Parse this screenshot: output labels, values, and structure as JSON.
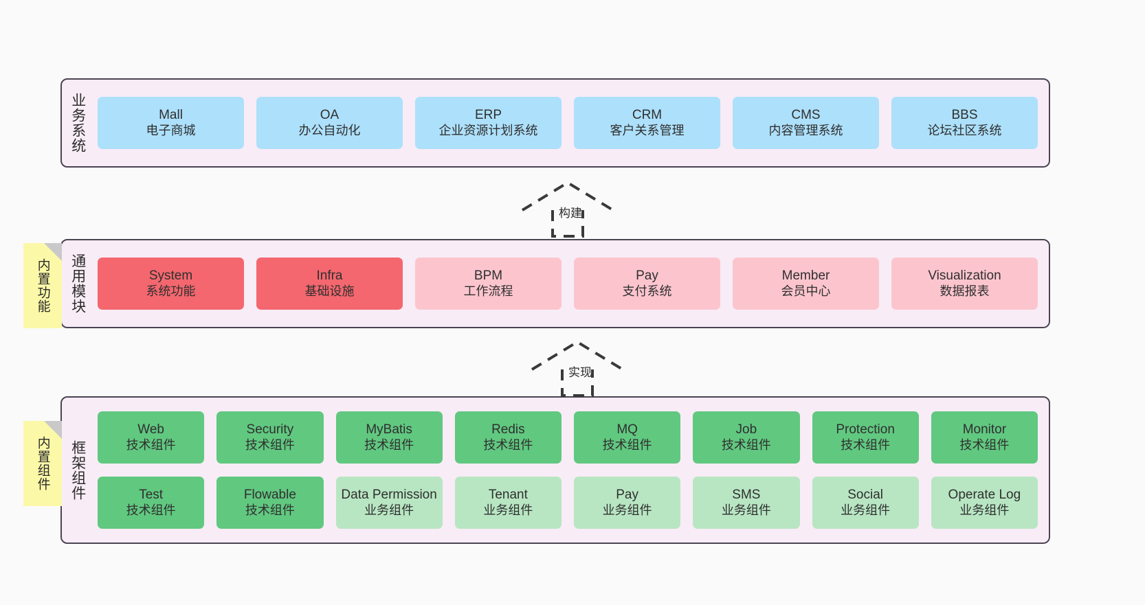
{
  "diagram": {
    "background": "#fafafa",
    "panel_fill": "#f8ecf6",
    "panel_border": "#4a4452",
    "note_fill": "#fbf8a8",
    "colors": {
      "blue": "#ade0fb",
      "red": "#f4676e",
      "pink": "#fcc5ce",
      "green": "#61c880",
      "green_light": "#b8e6c3"
    }
  },
  "layers": [
    {
      "id": "business-systems",
      "title": "业务系统",
      "note": null,
      "rows": [
        {
          "cells": [
            {
              "en": "Mall",
              "cn": "电子商城",
              "color": "blue"
            },
            {
              "en": "OA",
              "cn": "办公自动化",
              "color": "blue"
            },
            {
              "en": "ERP",
              "cn": "企业资源计划系统",
              "color": "blue"
            },
            {
              "en": "CRM",
              "cn": "客户关系管理",
              "color": "blue"
            },
            {
              "en": "CMS",
              "cn": "内容管理系统",
              "color": "blue"
            },
            {
              "en": "BBS",
              "cn": "论坛社区系统",
              "color": "blue"
            }
          ]
        }
      ]
    },
    {
      "id": "common-modules",
      "title": "通用模块",
      "note": "内置功能",
      "rows": [
        {
          "cells": [
            {
              "en": "System",
              "cn": "系统功能",
              "color": "red"
            },
            {
              "en": "Infra",
              "cn": "基础设施",
              "color": "red"
            },
            {
              "en": "BPM",
              "cn": "工作流程",
              "color": "pink"
            },
            {
              "en": "Pay",
              "cn": "支付系统",
              "color": "pink"
            },
            {
              "en": "Member",
              "cn": "会员中心",
              "color": "pink"
            },
            {
              "en": "Visualization",
              "cn": "数据报表",
              "color": "pink"
            }
          ]
        }
      ]
    },
    {
      "id": "framework-components",
      "title": "框架组件",
      "note": "内置组件",
      "rows": [
        {
          "cells": [
            {
              "en": "Web",
              "cn": "技术组件",
              "color": "green"
            },
            {
              "en": "Security",
              "cn": "技术组件",
              "color": "green"
            },
            {
              "en": "MyBatis",
              "cn": "技术组件",
              "color": "green"
            },
            {
              "en": "Redis",
              "cn": "技术组件",
              "color": "green"
            },
            {
              "en": "MQ",
              "cn": "技术组件",
              "color": "green"
            },
            {
              "en": "Job",
              "cn": "技术组件",
              "color": "green"
            },
            {
              "en": "Protection",
              "cn": "技术组件",
              "color": "green"
            },
            {
              "en": "Monitor",
              "cn": "技术组件",
              "color": "green"
            }
          ]
        },
        {
          "cells": [
            {
              "en": "Test",
              "cn": "技术组件",
              "color": "green"
            },
            {
              "en": "Flowable",
              "cn": "技术组件",
              "color": "green"
            },
            {
              "en": "Data Permission",
              "cn": "业务组件",
              "color": "green_light"
            },
            {
              "en": "Tenant",
              "cn": "业务组件",
              "color": "green_light"
            },
            {
              "en": "Pay",
              "cn": "业务组件",
              "color": "green_light"
            },
            {
              "en": "SMS",
              "cn": "业务组件",
              "color": "green_light"
            },
            {
              "en": "Social",
              "cn": "业务组件",
              "color": "green_light"
            },
            {
              "en": "Operate Log",
              "cn": "业务组件",
              "color": "green_light"
            }
          ]
        }
      ]
    }
  ],
  "connectors": [
    {
      "id": "build",
      "label": "构建"
    },
    {
      "id": "implement",
      "label": "实现"
    }
  ]
}
